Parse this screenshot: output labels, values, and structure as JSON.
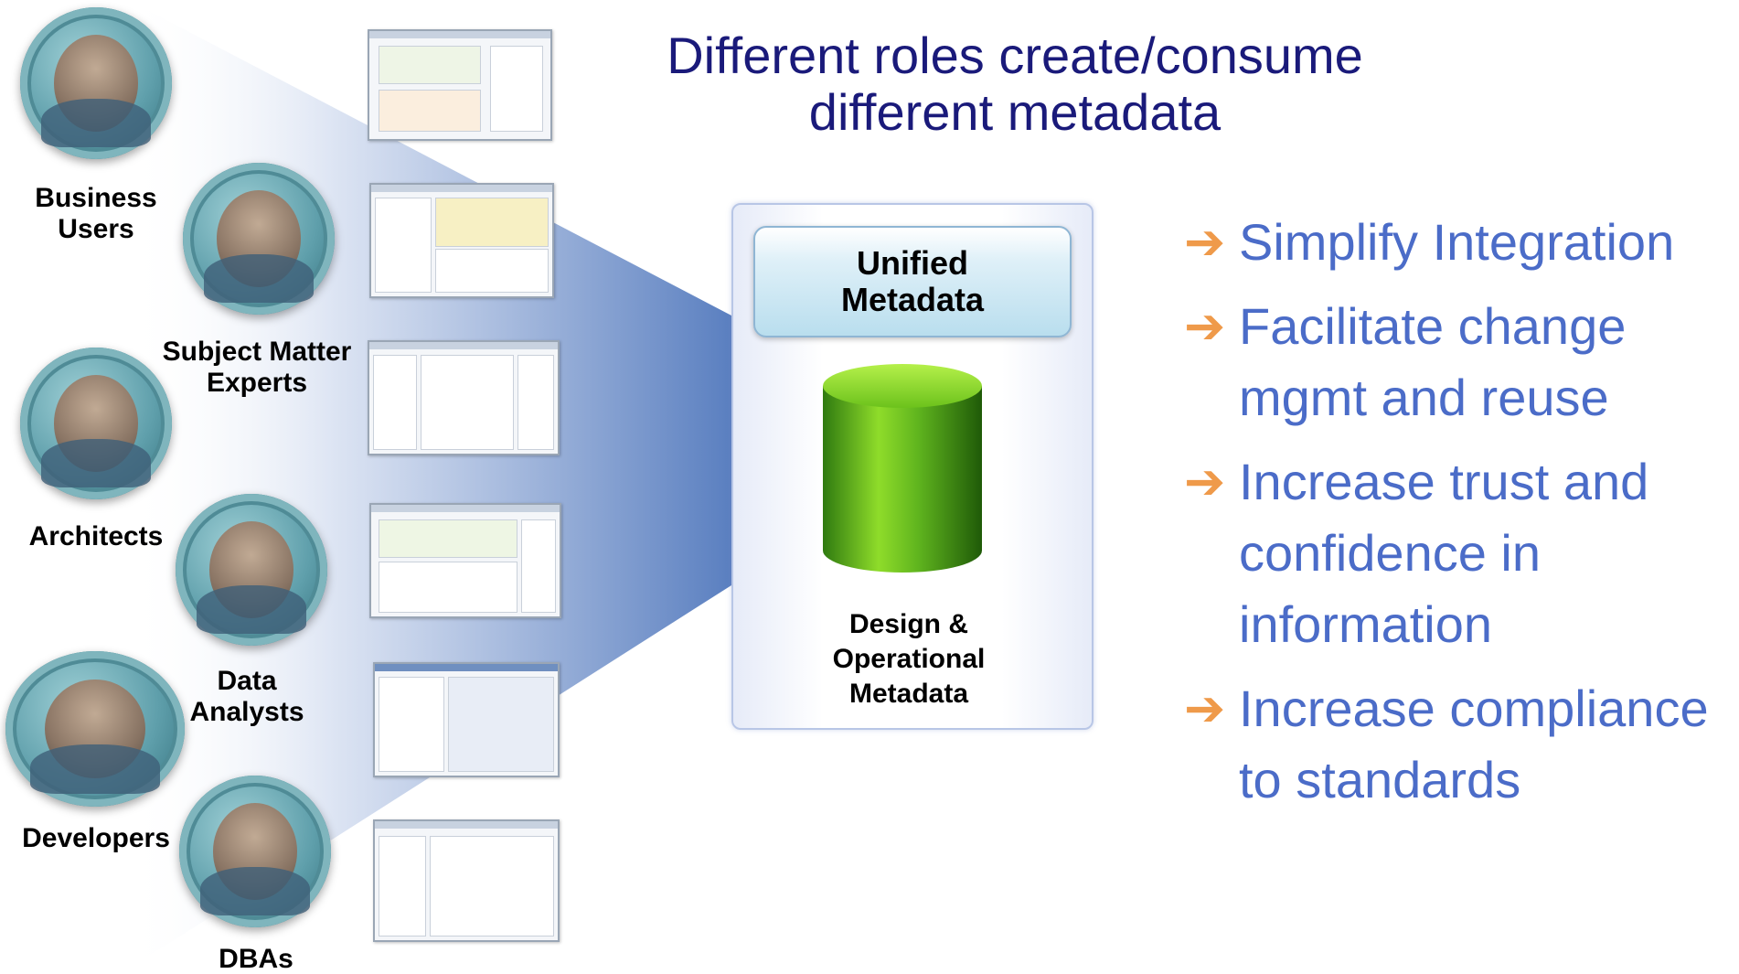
{
  "title": {
    "line1": "Different roles create/consume",
    "line2": "different metadata"
  },
  "roles": [
    {
      "label_lines": [
        "Business",
        "Users"
      ],
      "icon": "business-user-photo"
    },
    {
      "label_lines": [
        "Subject Matter",
        "Experts"
      ],
      "icon": "subject-expert-photo"
    },
    {
      "label_lines": [
        "Architects"
      ],
      "icon": "architect-photo"
    },
    {
      "label_lines": [
        "Data",
        "Analysts"
      ],
      "icon": "data-analyst-photo"
    },
    {
      "label_lines": [
        "Developers"
      ],
      "icon": "developer-photo"
    },
    {
      "label_lines": [
        "DBAs"
      ],
      "icon": "dba-photo"
    }
  ],
  "metadata_panel": {
    "unified_lines": [
      "Unified",
      "Metadata"
    ],
    "database_icon": "database-cylinder-icon",
    "design_lines": [
      "Design &",
      "Operational",
      "Metadata"
    ]
  },
  "benefits": [
    {
      "lines": [
        "Simplify Integration"
      ]
    },
    {
      "lines": [
        "Facilitate change",
        "mgmt and reuse"
      ]
    },
    {
      "lines": [
        "Increase trust and",
        "confidence in",
        "information"
      ]
    },
    {
      "lines": [
        "Increase compliance",
        "to standards"
      ]
    }
  ],
  "colors": {
    "title": "#1a1a7a",
    "benefit_text": "#4b6cc8",
    "arrow": "#ef9a4a",
    "cylinder": "#5fb41e",
    "fan": "#5a7fc0"
  },
  "arrow_glyph": "➔"
}
